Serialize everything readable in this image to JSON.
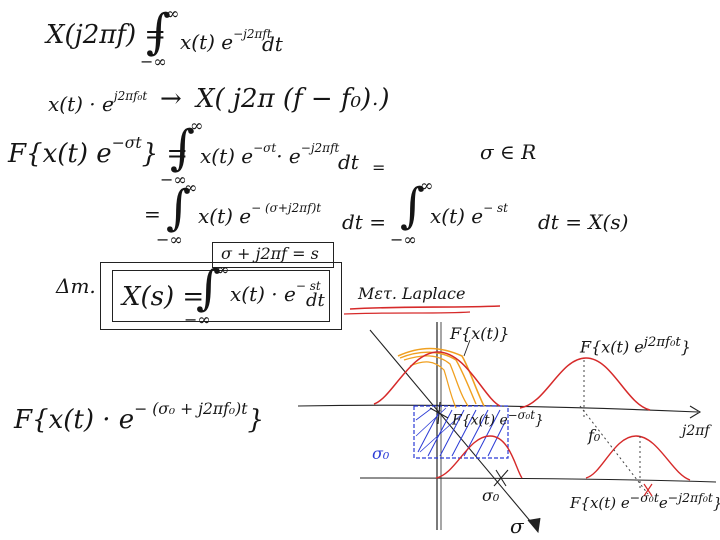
{
  "equations": {
    "fourier_def": "X(j2πf) = ∫ x(t) e^{-j2πft} dt",
    "fourier_lhs": "X(j2πf) =",
    "fourier_int": "∫",
    "fourier_lim_top": "∞",
    "fourier_lim_bot": "−∞",
    "fourier_rhs": "x(t)  e",
    "fourier_exp": "−j2πft",
    "fourier_dt": "dt",
    "shift_lhs": "x(t) · e",
    "shift_exp": "j2πf₀t",
    "shift_arrow": "→",
    "shift_rhs": "X( j2π (f − f₀) )",
    "shift_dot": ".",
    "damp_lhs": "F{x(t)  e",
    "damp_lhs_exp": "−σt",
    "damp_lhs_close": "} =",
    "damp_int_top": "∞",
    "damp_int_bot": "−∞",
    "damp_mid": "x(t) e",
    "damp_mid_exp": "−σt",
    "damp_mid2": "· e",
    "damp_mid2_exp": "−j2πft",
    "damp_dt": "dt",
    "damp_eq": "=",
    "sigma_real": "σ ∈ R",
    "line3_eq": "=",
    "line3_int_top": "∞",
    "line3_int_bot": "−∞",
    "line3_body": "x(t)   e",
    "line3_exp": "− (σ+j2πf)t",
    "line3_dt": "dt  =",
    "line3_int2_top": "∞",
    "line3_int2_bot": "−∞",
    "line3_body2": "x(t) e",
    "line3_exp2": "− st",
    "line3_dt2": "dt = X(s)",
    "s_def": "σ + j2πf = s",
    "def_label": "Δm.",
    "laplace_lhs": "X(s) =",
    "laplace_top": "∞",
    "laplace_bot": "−∞",
    "laplace_body": "x(t) · e",
    "laplace_exp": "− st",
    "laplace_dt": "dt",
    "laplace_name": "Μετ. Laplace",
    "bottom_lhs": "F{x(t) ·  e",
    "bottom_exp": "− (σ₀ + j2πf₀)t",
    "bottom_close": "}"
  },
  "plot_labels": {
    "fx": "F{x(t)}",
    "fx_shift": "F{x(t) e",
    "fx_shift_exp": "j2πf₀t",
    "fx_shift_close": "}",
    "fx_damp": "F{x(t) e",
    "fx_damp_exp": "−σ₀t",
    "fx_damp_close": "}",
    "f0": "f₀",
    "j2pif": "j2πf",
    "sigma0_blue": "σ₀",
    "sigma0": "σ₀",
    "sigma_axis": "σ",
    "fx_bottom": "F{x(t) e",
    "fx_bottom_exp": "−σ₀t",
    "fx_bottom_mid": "e",
    "fx_bottom_exp2": "−j2πf₀t",
    "fx_bottom_close": "}"
  },
  "colors": {
    "ink": "#151515",
    "red_curve": "#d62a2a",
    "orange_curve": "#f0a020",
    "blue_hatch": "#2b3bd6",
    "underline_red": "#d62a2a"
  }
}
